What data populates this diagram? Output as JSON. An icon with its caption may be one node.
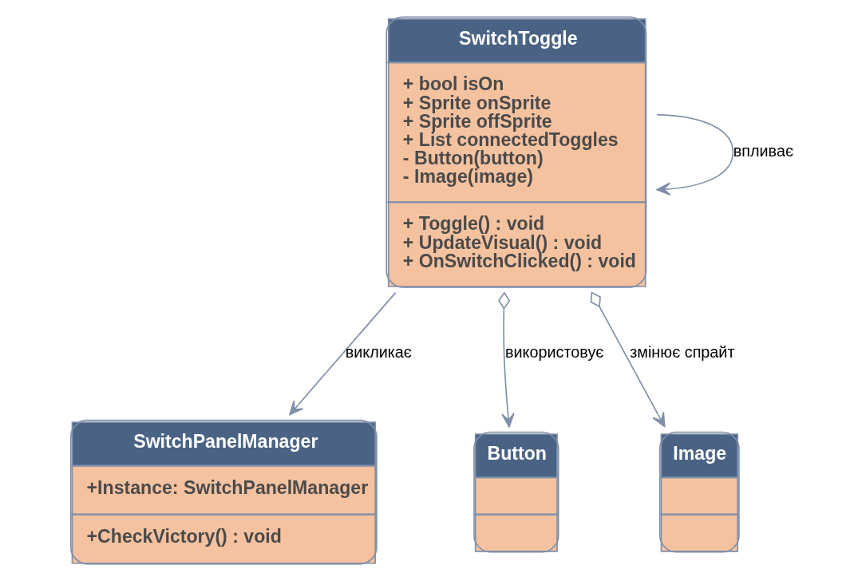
{
  "diagram": {
    "nodes": [
      {
        "text": [
          "SwitchToggle",
          "+ bool isOn",
          "+ Sprite onSprite",
          "+ Sprite offSprite",
          "+ List connectedToggles",
          "- Button(button)",
          "- Image(image)",
          "+ Toggle() : void",
          "+ UpdateVisual() : void",
          "+ OnSwitchClicked() : void"
        ]
      },
      {
        "text": [
          "SwitchPanelManager",
          "+Instance: SwitchPanelManager",
          "+CheckVictory() : void"
        ]
      },
      {
        "text": [
          "Button"
        ]
      },
      {
        "text": [
          "Image"
        ]
      }
    ],
    "edges": [
      {
        "from": 0,
        "to": 1,
        "arrow": "to",
        "label": "викликає"
      },
      {
        "from": 0,
        "to": 2,
        "arrow": "to",
        "label": "використовує"
      },
      {
        "from": 0,
        "to": 3,
        "arrow": "to",
        "label": "змінює спрайт"
      },
      {
        "from": 0,
        "to": 0,
        "arrow": "to",
        "label": "впливає"
      }
    ]
  }
}
